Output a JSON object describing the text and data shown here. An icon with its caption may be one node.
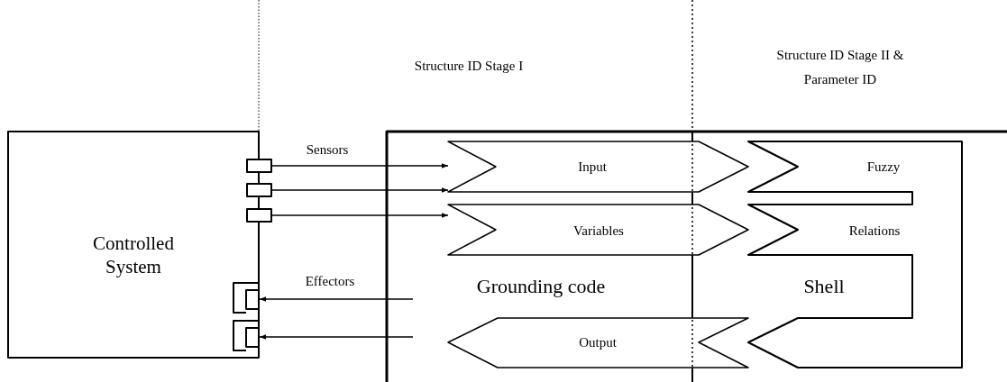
{
  "diagram": {
    "nodes": [
      {
        "text": [
          "Controlled System"
        ]
      },
      {
        "text": [],
        "shape": "box"
      },
      {
        "text": [],
        "shape": "box"
      },
      {
        "text": [],
        "shape": "box"
      },
      {
        "text": [],
        "shape": "bracket",
        "in": 0
      },
      {
        "text": [],
        "shape": "bracket",
        "in": 0
      },
      {
        "text": [
          "Grounding code"
        ]
      },
      {
        "text": [
          "Input"
        ],
        "in": 6
      },
      {
        "text": [
          "Variables"
        ],
        "in": 6
      },
      {
        "text": [
          "Output"
        ],
        "in": 6
      },
      {
        "text": [
          "Shell"
        ],
        "in": 6
      },
      {
        "text": [
          "Fuzzy"
        ],
        "in": 10
      },
      {
        "text": [
          "Relations"
        ],
        "in": 10
      }
    ],
    "edges": [
      {
        "from": 1,
        "to": 7,
        "arrow": "to"
      },
      {
        "from": 2,
        "to": 7,
        "arrow": "to"
      },
      {
        "from": 3,
        "to": 8,
        "arrow": "to"
      },
      {
        "from": null,
        "to": 4,
        "arrow": "to"
      },
      {
        "from": null,
        "to": 5,
        "arrow": "to"
      }
    ],
    "labels": [
      "Structure ID Stage I",
      "Structure ID Stage II & Parameter ID",
      "Sensors",
      "Effectors"
    ]
  }
}
